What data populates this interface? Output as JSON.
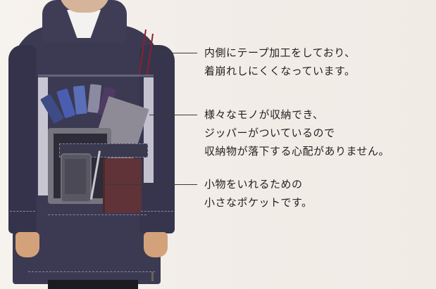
{
  "image": {
    "description": "Model wearing a navy denim hooded pullover with a transparent front pocket holding color swatches, a tablet, phone, pen and a maroon notebook, with Japanese callout annotations",
    "colors": {
      "background": "#f3eee9",
      "denim": "#3b3a52",
      "tape_accent": "#8e1f2e",
      "side_panel": "#c9c6d3",
      "notebook": "#5f3338",
      "text": "#222222"
    }
  },
  "callouts": [
    {
      "target": "inner-tape",
      "lines": [
        "内側にテープ加工をしており、",
        "着崩れしにくくなっています。"
      ]
    },
    {
      "target": "large-zip-pocket",
      "lines": [
        "様々なモノが収納でき、",
        "ジッパーがついているので",
        "収納物が落下する心配がありません。"
      ]
    },
    {
      "target": "small-pocket",
      "lines": [
        "小物をいれるための",
        "小さなポケットです。"
      ]
    }
  ]
}
